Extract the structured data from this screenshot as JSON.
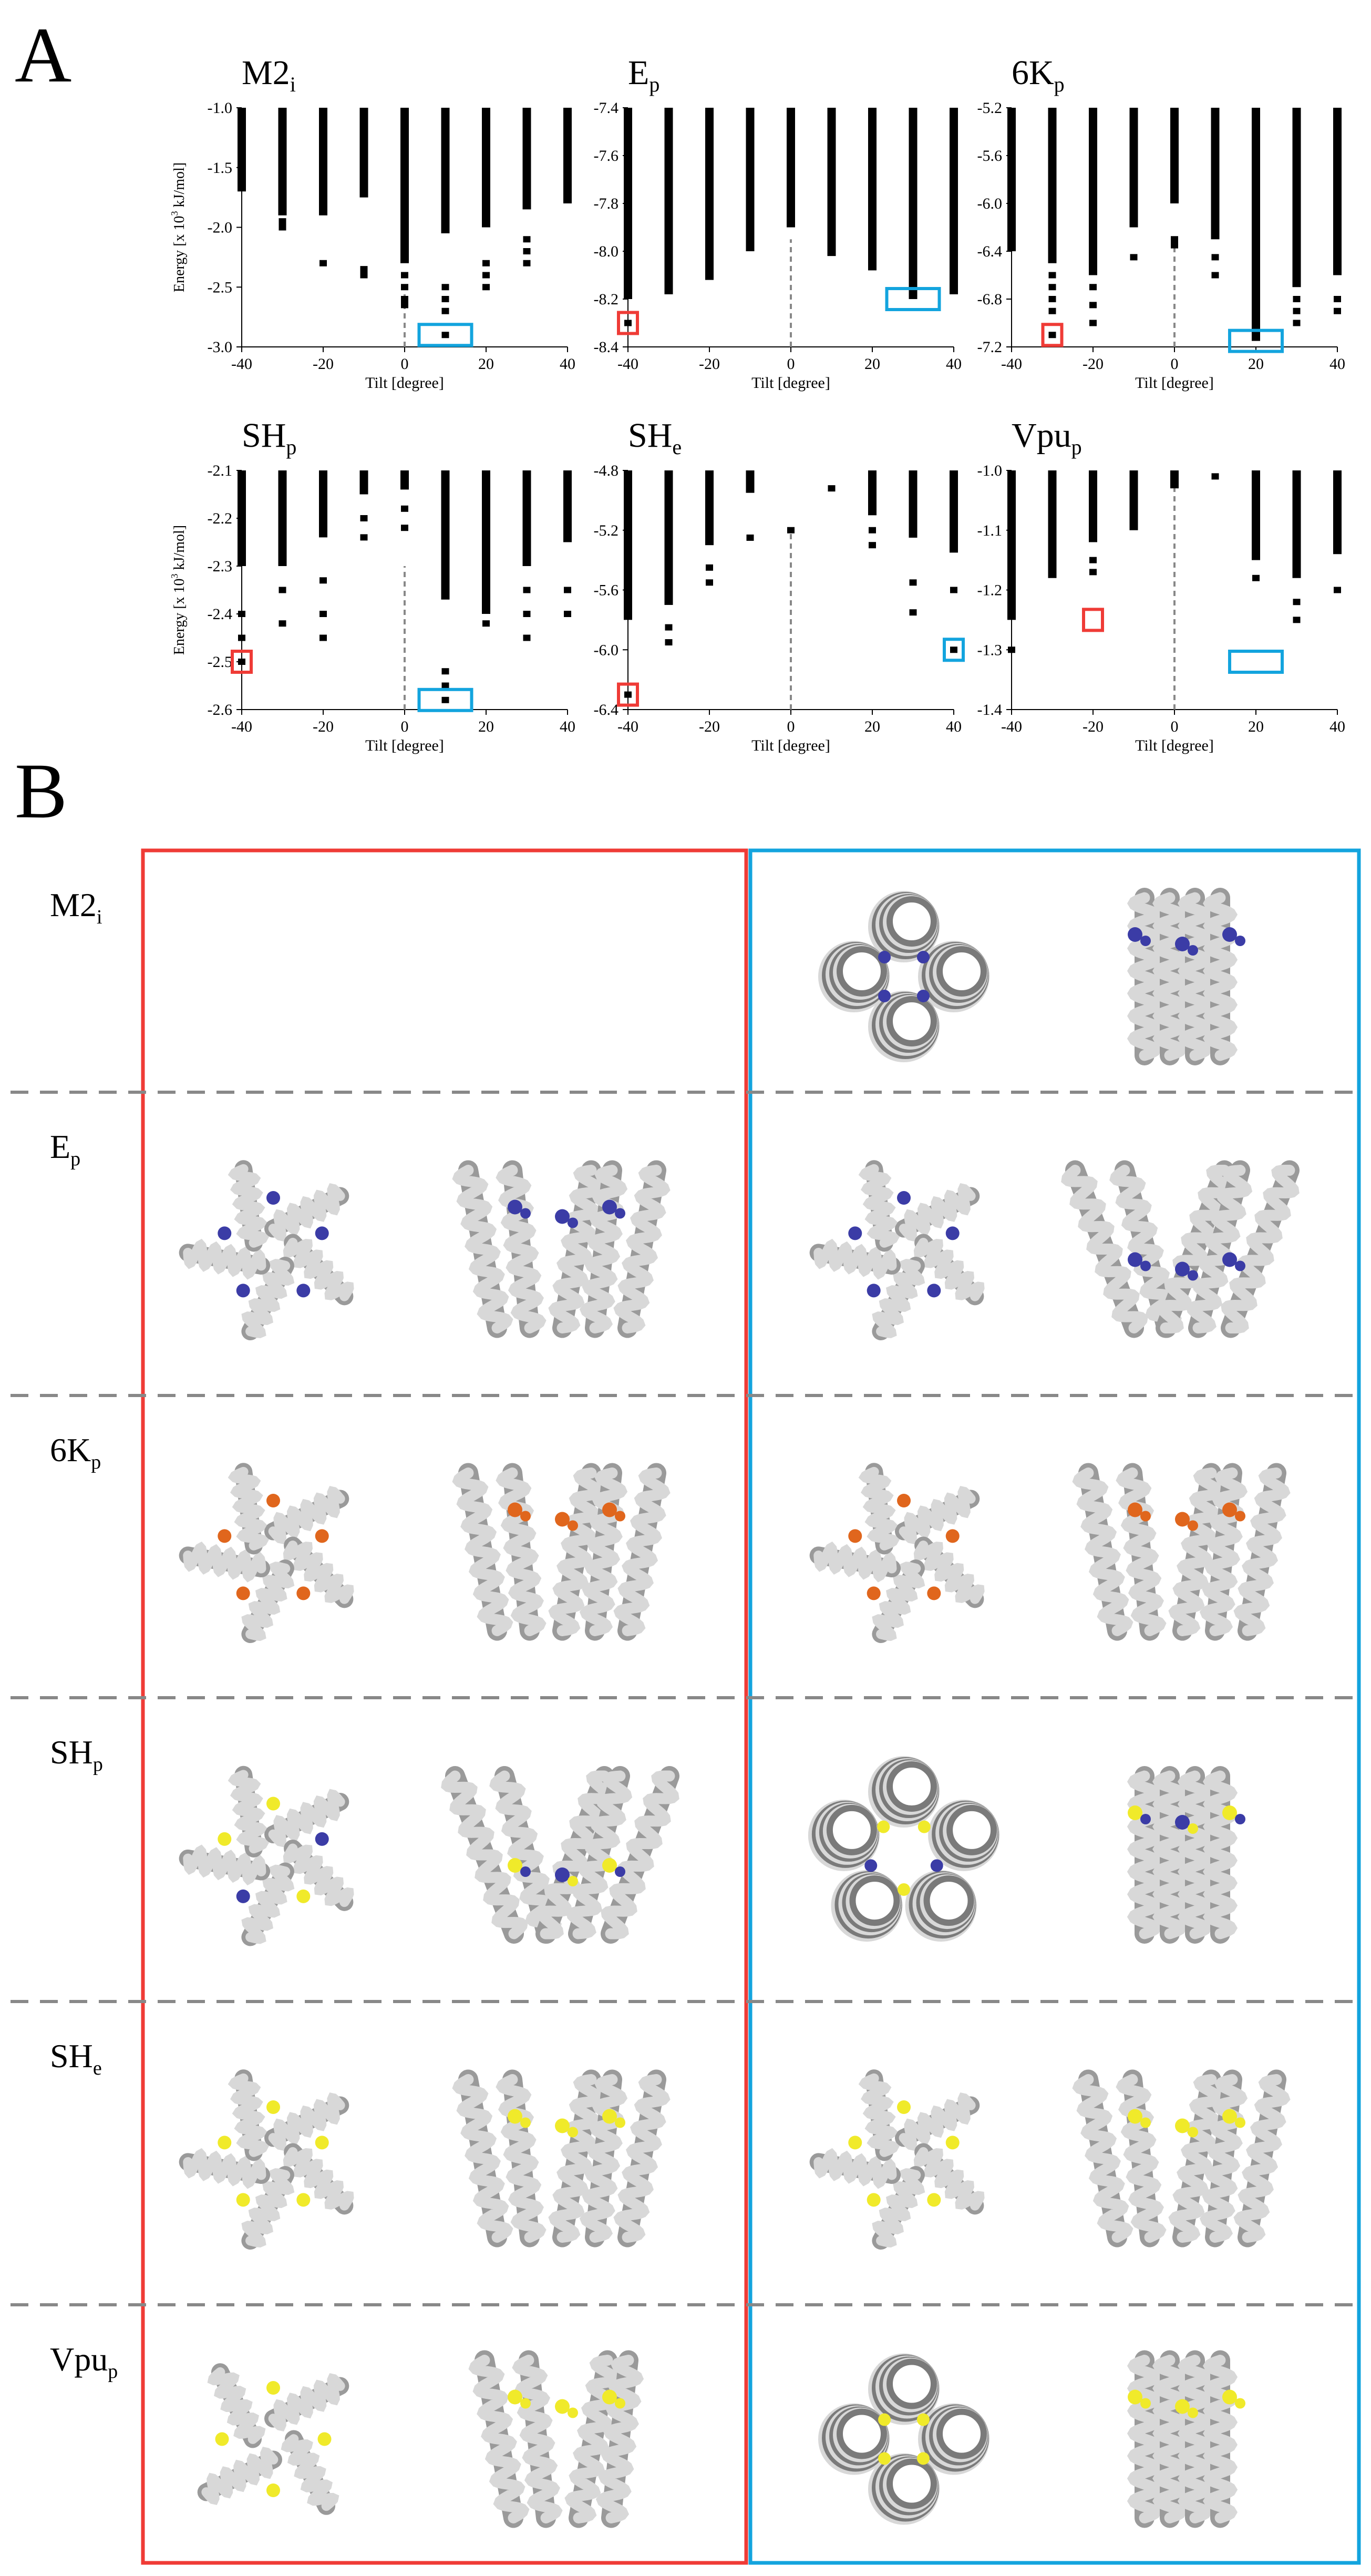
{
  "figure": {
    "panel_a_letter": "A",
    "panel_b_letter": "B",
    "colors": {
      "red_box": "#ef3b36",
      "blue_box": "#13a4de",
      "bars": "#000000",
      "dashed": "#888888",
      "helix": "#d8d8d8",
      "ligand_blue": "#3b3ca6",
      "ligand_orange": "#e0661d",
      "ligand_yellow": "#f0ea2a"
    }
  },
  "chart_data": [
    {
      "type": "scatter",
      "title_main": "M2",
      "title_sub": "i",
      "xlabel": "Tilt [degree]",
      "ylabel_pre": "Energy [x 10",
      "ylabel_sup": "3",
      "ylabel_post": " kJ/mol]",
      "xlim": [
        -40,
        40
      ],
      "ylim": [
        -3.0,
        -1.0
      ],
      "xticks": [
        "-40",
        "-20",
        "0",
        "20",
        "40"
      ],
      "yticks": [
        "-1.0",
        "-1.5",
        "-2.0",
        "-2.5",
        "-3.0"
      ],
      "ytick_values": [
        -1.0,
        -1.5,
        -2.0,
        -2.5,
        -3.0
      ],
      "columns": [
        {
          "x": -40,
          "top": -1.0,
          "bottom": -1.7,
          "points": []
        },
        {
          "x": -30,
          "top": -1.0,
          "bottom": -1.9,
          "points": [
            -1.95,
            -2.0
          ]
        },
        {
          "x": -20,
          "top": -1.0,
          "bottom": -1.9,
          "points": [
            -2.3
          ]
        },
        {
          "x": -10,
          "top": -1.0,
          "bottom": -1.75,
          "points": [
            -2.35,
            -2.4
          ]
        },
        {
          "x": 0,
          "top": -1.0,
          "bottom": -2.3,
          "points": [
            -2.4,
            -2.5,
            -2.6,
            -2.65
          ]
        },
        {
          "x": 10,
          "top": -1.0,
          "bottom": -2.05,
          "points": [
            -2.5,
            -2.6,
            -2.7,
            -2.9
          ]
        },
        {
          "x": 20,
          "top": -1.0,
          "bottom": -2.0,
          "points": [
            -2.3,
            -2.4,
            -2.5
          ]
        },
        {
          "x": 30,
          "top": -1.0,
          "bottom": -1.85,
          "points": [
            -2.1,
            -2.2,
            -2.3
          ]
        },
        {
          "x": 40,
          "top": -1.0,
          "bottom": -1.8,
          "points": []
        }
      ],
      "dashed_x": 0,
      "dashed_from": -3.0,
      "dashed_to": -2.5,
      "red_box": null,
      "blue_box": {
        "x": 10,
        "y": -2.9
      }
    },
    {
      "type": "scatter",
      "title_main": "E",
      "title_sub": "p",
      "xlabel": "Tilt [degree]",
      "ylabel_pre": "",
      "ylabel_sup": "",
      "ylabel_post": "",
      "xlim": [
        -40,
        40
      ],
      "ylim": [
        -8.4,
        -7.4
      ],
      "xticks": [
        "-40",
        "-20",
        "0",
        "20",
        "40"
      ],
      "yticks": [
        "-7.4",
        "-7.6",
        "-7.8",
        "-8.0",
        "-8.2",
        "-8.4"
      ],
      "ytick_values": [
        -7.4,
        -7.6,
        -7.8,
        -8.0,
        -8.2,
        -8.4
      ],
      "columns": [
        {
          "x": -40,
          "top": -7.4,
          "bottom": -8.2,
          "points": [
            -8.3
          ]
        },
        {
          "x": -30,
          "top": -7.4,
          "bottom": -8.18,
          "points": []
        },
        {
          "x": -20,
          "top": -7.4,
          "bottom": -8.12,
          "points": []
        },
        {
          "x": -10,
          "top": -7.4,
          "bottom": -8.0,
          "points": []
        },
        {
          "x": 0,
          "top": -7.4,
          "bottom": -7.9,
          "points": []
        },
        {
          "x": 10,
          "top": -7.4,
          "bottom": -8.02,
          "points": []
        },
        {
          "x": 20,
          "top": -7.4,
          "bottom": -8.08,
          "points": []
        },
        {
          "x": 30,
          "top": -7.4,
          "bottom": -8.2,
          "points": []
        },
        {
          "x": 40,
          "top": -7.4,
          "bottom": -8.18,
          "points": []
        }
      ],
      "dashed_x": 0,
      "dashed_from": -8.4,
      "dashed_to": -7.95,
      "red_box": {
        "x": -40,
        "y": -8.3
      },
      "blue_box": {
        "x": 30,
        "y": -8.2
      }
    },
    {
      "type": "scatter",
      "title_main": "6K",
      "title_sub": "p",
      "xlabel": "Tilt [degree]",
      "ylabel_pre": "",
      "ylabel_sup": "",
      "ylabel_post": "",
      "xlim": [
        -40,
        40
      ],
      "ylim": [
        -7.2,
        -5.2
      ],
      "xticks": [
        "-40",
        "-20",
        "0",
        "20",
        "40"
      ],
      "yticks": [
        "-5.2",
        "-5.6",
        "-6.0",
        "-6.4",
        "-6.8",
        "-7.2"
      ],
      "ytick_values": [
        -5.2,
        -5.6,
        -6.0,
        -6.4,
        -6.8,
        -7.2
      ],
      "columns": [
        {
          "x": -40,
          "top": -5.2,
          "bottom": -6.4,
          "points": []
        },
        {
          "x": -30,
          "top": -5.2,
          "bottom": -6.5,
          "points": [
            -6.6,
            -6.7,
            -6.8,
            -6.9,
            -7.1
          ]
        },
        {
          "x": -20,
          "top": -5.2,
          "bottom": -6.6,
          "points": [
            -6.7,
            -6.85,
            -7.0
          ]
        },
        {
          "x": -10,
          "top": -5.2,
          "bottom": -6.2,
          "points": [
            -6.45
          ]
        },
        {
          "x": 0,
          "top": -5.2,
          "bottom": -6.0,
          "points": [
            -6.3,
            -6.35
          ]
        },
        {
          "x": 10,
          "top": -5.2,
          "bottom": -6.3,
          "points": [
            -6.45,
            -6.6
          ]
        },
        {
          "x": 20,
          "top": -5.2,
          "bottom": -7.15,
          "points": []
        },
        {
          "x": 30,
          "top": -5.2,
          "bottom": -6.7,
          "points": [
            -6.8,
            -6.9,
            -7.0
          ]
        },
        {
          "x": 40,
          "top": -5.2,
          "bottom": -6.6,
          "points": [
            -6.8,
            -6.9
          ]
        }
      ],
      "dashed_x": 0,
      "dashed_from": -7.2,
      "dashed_to": -6.3,
      "red_box": {
        "x": -30,
        "y": -7.1
      },
      "blue_box": {
        "x": 20,
        "y": -7.15
      }
    },
    {
      "type": "scatter",
      "title_main": "SH",
      "title_sub": "p",
      "xlabel": "Tilt [degree]",
      "ylabel_pre": "Energy [x 10",
      "ylabel_sup": "3",
      "ylabel_post": " kJ/mol]",
      "xlim": [
        -40,
        40
      ],
      "ylim": [
        -2.6,
        -2.1
      ],
      "xticks": [
        "-40",
        "-20",
        "0",
        "20",
        "40"
      ],
      "yticks": [
        "-2.1",
        "-2.2",
        "-2.3",
        "-2.4",
        "-2.5",
        "-2.6"
      ],
      "ytick_values": [
        -2.1,
        -2.2,
        -2.3,
        -2.4,
        -2.5,
        -2.6
      ],
      "columns": [
        {
          "x": -40,
          "top": -2.1,
          "bottom": -2.3,
          "points": [
            -2.4,
            -2.45,
            -2.5
          ]
        },
        {
          "x": -30,
          "top": -2.1,
          "bottom": -2.3,
          "points": [
            -2.35,
            -2.42
          ]
        },
        {
          "x": -20,
          "top": -2.1,
          "bottom": -2.24,
          "points": [
            -2.33,
            -2.4,
            -2.45
          ]
        },
        {
          "x": -10,
          "top": -2.1,
          "bottom": -2.15,
          "points": [
            -2.2,
            -2.24
          ]
        },
        {
          "x": 0,
          "top": -2.1,
          "bottom": -2.14,
          "points": [
            -2.18,
            -2.22
          ]
        },
        {
          "x": 10,
          "top": -2.1,
          "bottom": -2.37,
          "points": [
            -2.52,
            -2.55,
            -2.58
          ]
        },
        {
          "x": 20,
          "top": -2.1,
          "bottom": -2.4,
          "points": [
            -2.42
          ]
        },
        {
          "x": 30,
          "top": -2.1,
          "bottom": -2.3,
          "points": [
            -2.35,
            -2.4,
            -2.45
          ]
        },
        {
          "x": 40,
          "top": -2.1,
          "bottom": -2.25,
          "points": [
            -2.35,
            -2.4
          ]
        }
      ],
      "dashed_x": 0,
      "dashed_from": -2.6,
      "dashed_to": -2.3,
      "red_box": {
        "x": -40,
        "y": -2.5
      },
      "blue_box": {
        "x": 10,
        "y": -2.58
      }
    },
    {
      "type": "scatter",
      "title_main": "SH",
      "title_sub": "e",
      "xlabel": "Tilt [degree]",
      "ylabel_pre": "",
      "ylabel_sup": "",
      "ylabel_post": "",
      "xlim": [
        -40,
        40
      ],
      "ylim": [
        -6.4,
        -4.8
      ],
      "xticks": [
        "-40",
        "-20",
        "0",
        "20",
        "40"
      ],
      "yticks": [
        "-4.8",
        "-5.2",
        "-5.6",
        "-6.0",
        "-6.4"
      ],
      "ytick_values": [
        -4.8,
        -5.2,
        -5.6,
        -6.0,
        -6.4
      ],
      "columns": [
        {
          "x": -40,
          "top": -4.8,
          "bottom": -5.8,
          "points": [
            -6.3
          ]
        },
        {
          "x": -30,
          "top": -4.8,
          "bottom": -5.7,
          "points": [
            -5.85,
            -5.95
          ]
        },
        {
          "x": -20,
          "top": -4.8,
          "bottom": -5.3,
          "points": [
            -5.45,
            -5.55
          ]
        },
        {
          "x": -10,
          "top": -4.8,
          "bottom": -4.95,
          "points": [
            -5.25
          ]
        },
        {
          "x": 0,
          "top": -4.8,
          "bottom": -4.8,
          "points": [
            -5.2
          ]
        },
        {
          "x": 10,
          "top": -4.8,
          "bottom": -4.8,
          "points": [
            -4.92
          ]
        },
        {
          "x": 20,
          "top": -4.8,
          "bottom": -5.1,
          "points": [
            -5.2,
            -5.3
          ]
        },
        {
          "x": 30,
          "top": -4.8,
          "bottom": -5.25,
          "points": [
            -5.55,
            -5.75
          ]
        },
        {
          "x": 40,
          "top": -4.8,
          "bottom": -5.35,
          "points": [
            -5.6,
            -6.0
          ]
        }
      ],
      "dashed_x": 0,
      "dashed_from": -6.4,
      "dashed_to": -5.2,
      "red_box": {
        "x": -40,
        "y": -6.3
      },
      "blue_box": {
        "x": 40,
        "y": -6.0
      }
    },
    {
      "type": "scatter",
      "title_main": "Vpu",
      "title_sub": "p",
      "xlabel": "Tilt [degree]",
      "ylabel_pre": "",
      "ylabel_sup": "",
      "ylabel_post": "",
      "xlim": [
        -40,
        40
      ],
      "ylim": [
        -1.4,
        -1.0
      ],
      "xticks": [
        "-40",
        "-20",
        "0",
        "20",
        "40"
      ],
      "yticks": [
        "-1.0",
        "-1.1",
        "-1.2",
        "-1.3",
        "-1.4"
      ],
      "ytick_values": [
        -1.0,
        -1.1,
        -1.2,
        -1.3,
        -1.4
      ],
      "columns": [
        {
          "x": -40,
          "top": -1.0,
          "bottom": -1.25,
          "points": [
            -1.3
          ]
        },
        {
          "x": -30,
          "top": -1.0,
          "bottom": -1.18,
          "points": []
        },
        {
          "x": -20,
          "top": -1.0,
          "bottom": -1.12,
          "points": [
            -1.15,
            -1.17
          ]
        },
        {
          "x": -10,
          "top": -1.0,
          "bottom": -1.1,
          "points": []
        },
        {
          "x": 0,
          "top": -1.0,
          "bottom": -1.03,
          "points": []
        },
        {
          "x": 10,
          "top": -1.0,
          "bottom": -1.0,
          "points": [
            -1.01
          ]
        },
        {
          "x": 20,
          "top": -1.0,
          "bottom": -1.15,
          "points": [
            -1.18
          ]
        },
        {
          "x": 30,
          "top": -1.0,
          "bottom": -1.18,
          "points": [
            -1.22,
            -1.25
          ]
        },
        {
          "x": 40,
          "top": -1.0,
          "bottom": -1.14,
          "points": [
            -1.2
          ]
        }
      ],
      "dashed_x": 0,
      "dashed_from": -1.4,
      "dashed_to": -1.03,
      "red_box": {
        "x": -20,
        "y": -1.25
      },
      "blue_box": {
        "x": 20,
        "y": -1.32
      }
    }
  ],
  "panel_b": {
    "rows": [
      {
        "main": "M2",
        "sub": "i",
        "ligand": "blue",
        "left": [],
        "right": [
          {
            "kind": "top",
            "n": 4,
            "style": "coil"
          },
          {
            "kind": "side",
            "n": 4,
            "style": "straight"
          }
        ]
      },
      {
        "main": "E",
        "sub": "p",
        "ligand": "blue",
        "left": [
          {
            "kind": "top",
            "n": 5,
            "style": "spread"
          },
          {
            "kind": "side",
            "n": 5,
            "style": "tilt"
          }
        ],
        "right": [
          {
            "kind": "top",
            "n": 5,
            "style": "spread"
          },
          {
            "kind": "side",
            "n": 5,
            "style": "vshape"
          }
        ]
      },
      {
        "main": "6K",
        "sub": "p",
        "ligand": "orange",
        "left": [
          {
            "kind": "top",
            "n": 5,
            "style": "spread"
          },
          {
            "kind": "side",
            "n": 5,
            "style": "tilt"
          }
        ],
        "right": [
          {
            "kind": "top",
            "n": 5,
            "style": "spread"
          },
          {
            "kind": "side",
            "n": 5,
            "style": "tilt"
          }
        ]
      },
      {
        "main": "SH",
        "sub": "p",
        "ligand": "mixed",
        "left": [
          {
            "kind": "top",
            "n": 5,
            "style": "spread"
          },
          {
            "kind": "side",
            "n": 5,
            "style": "vshape"
          }
        ],
        "right": [
          {
            "kind": "top",
            "n": 5,
            "style": "coil"
          },
          {
            "kind": "side",
            "n": 5,
            "style": "straight"
          }
        ]
      },
      {
        "main": "SH",
        "sub": "e",
        "ligand": "yellow",
        "left": [
          {
            "kind": "top",
            "n": 5,
            "style": "spread"
          },
          {
            "kind": "side",
            "n": 5,
            "style": "tilt"
          }
        ],
        "right": [
          {
            "kind": "top",
            "n": 5,
            "style": "spread"
          },
          {
            "kind": "side",
            "n": 5,
            "style": "tilt"
          }
        ]
      },
      {
        "main": "Vpu",
        "sub": "p",
        "ligand": "yellow",
        "left": [
          {
            "kind": "top",
            "n": 4,
            "style": "spread"
          },
          {
            "kind": "side",
            "n": 4,
            "style": "tilt"
          }
        ],
        "right": [
          {
            "kind": "top",
            "n": 4,
            "style": "coil"
          },
          {
            "kind": "side",
            "n": 4,
            "style": "straight"
          }
        ]
      }
    ]
  }
}
